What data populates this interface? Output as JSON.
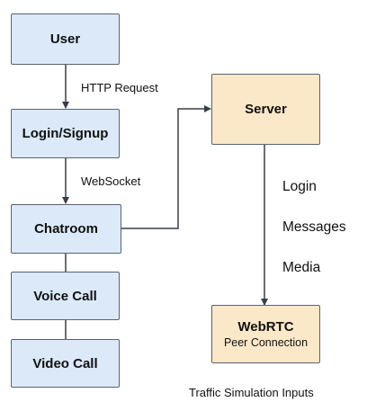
{
  "nodes": {
    "user": "User",
    "login_signup": "Login/Signup",
    "chatroom": "Chatroom",
    "voice_call": "Voice Call",
    "video_call": "Video Call",
    "server": "Server",
    "webrtc_title": "WebRTC",
    "webrtc_subtitle": "Peer Connection"
  },
  "edges": {
    "user_to_login": "HTTP Request",
    "login_to_chatroom": "WebSocket",
    "server_to_webrtc": [
      "Login",
      "Messages",
      "Media"
    ]
  },
  "footer": "Traffic Simulation Inputs",
  "colors": {
    "client_fill": "#dbe9f9",
    "server_fill": "#fbe8c8",
    "stroke": "#5a6270",
    "arrow": "#3a3f47"
  }
}
